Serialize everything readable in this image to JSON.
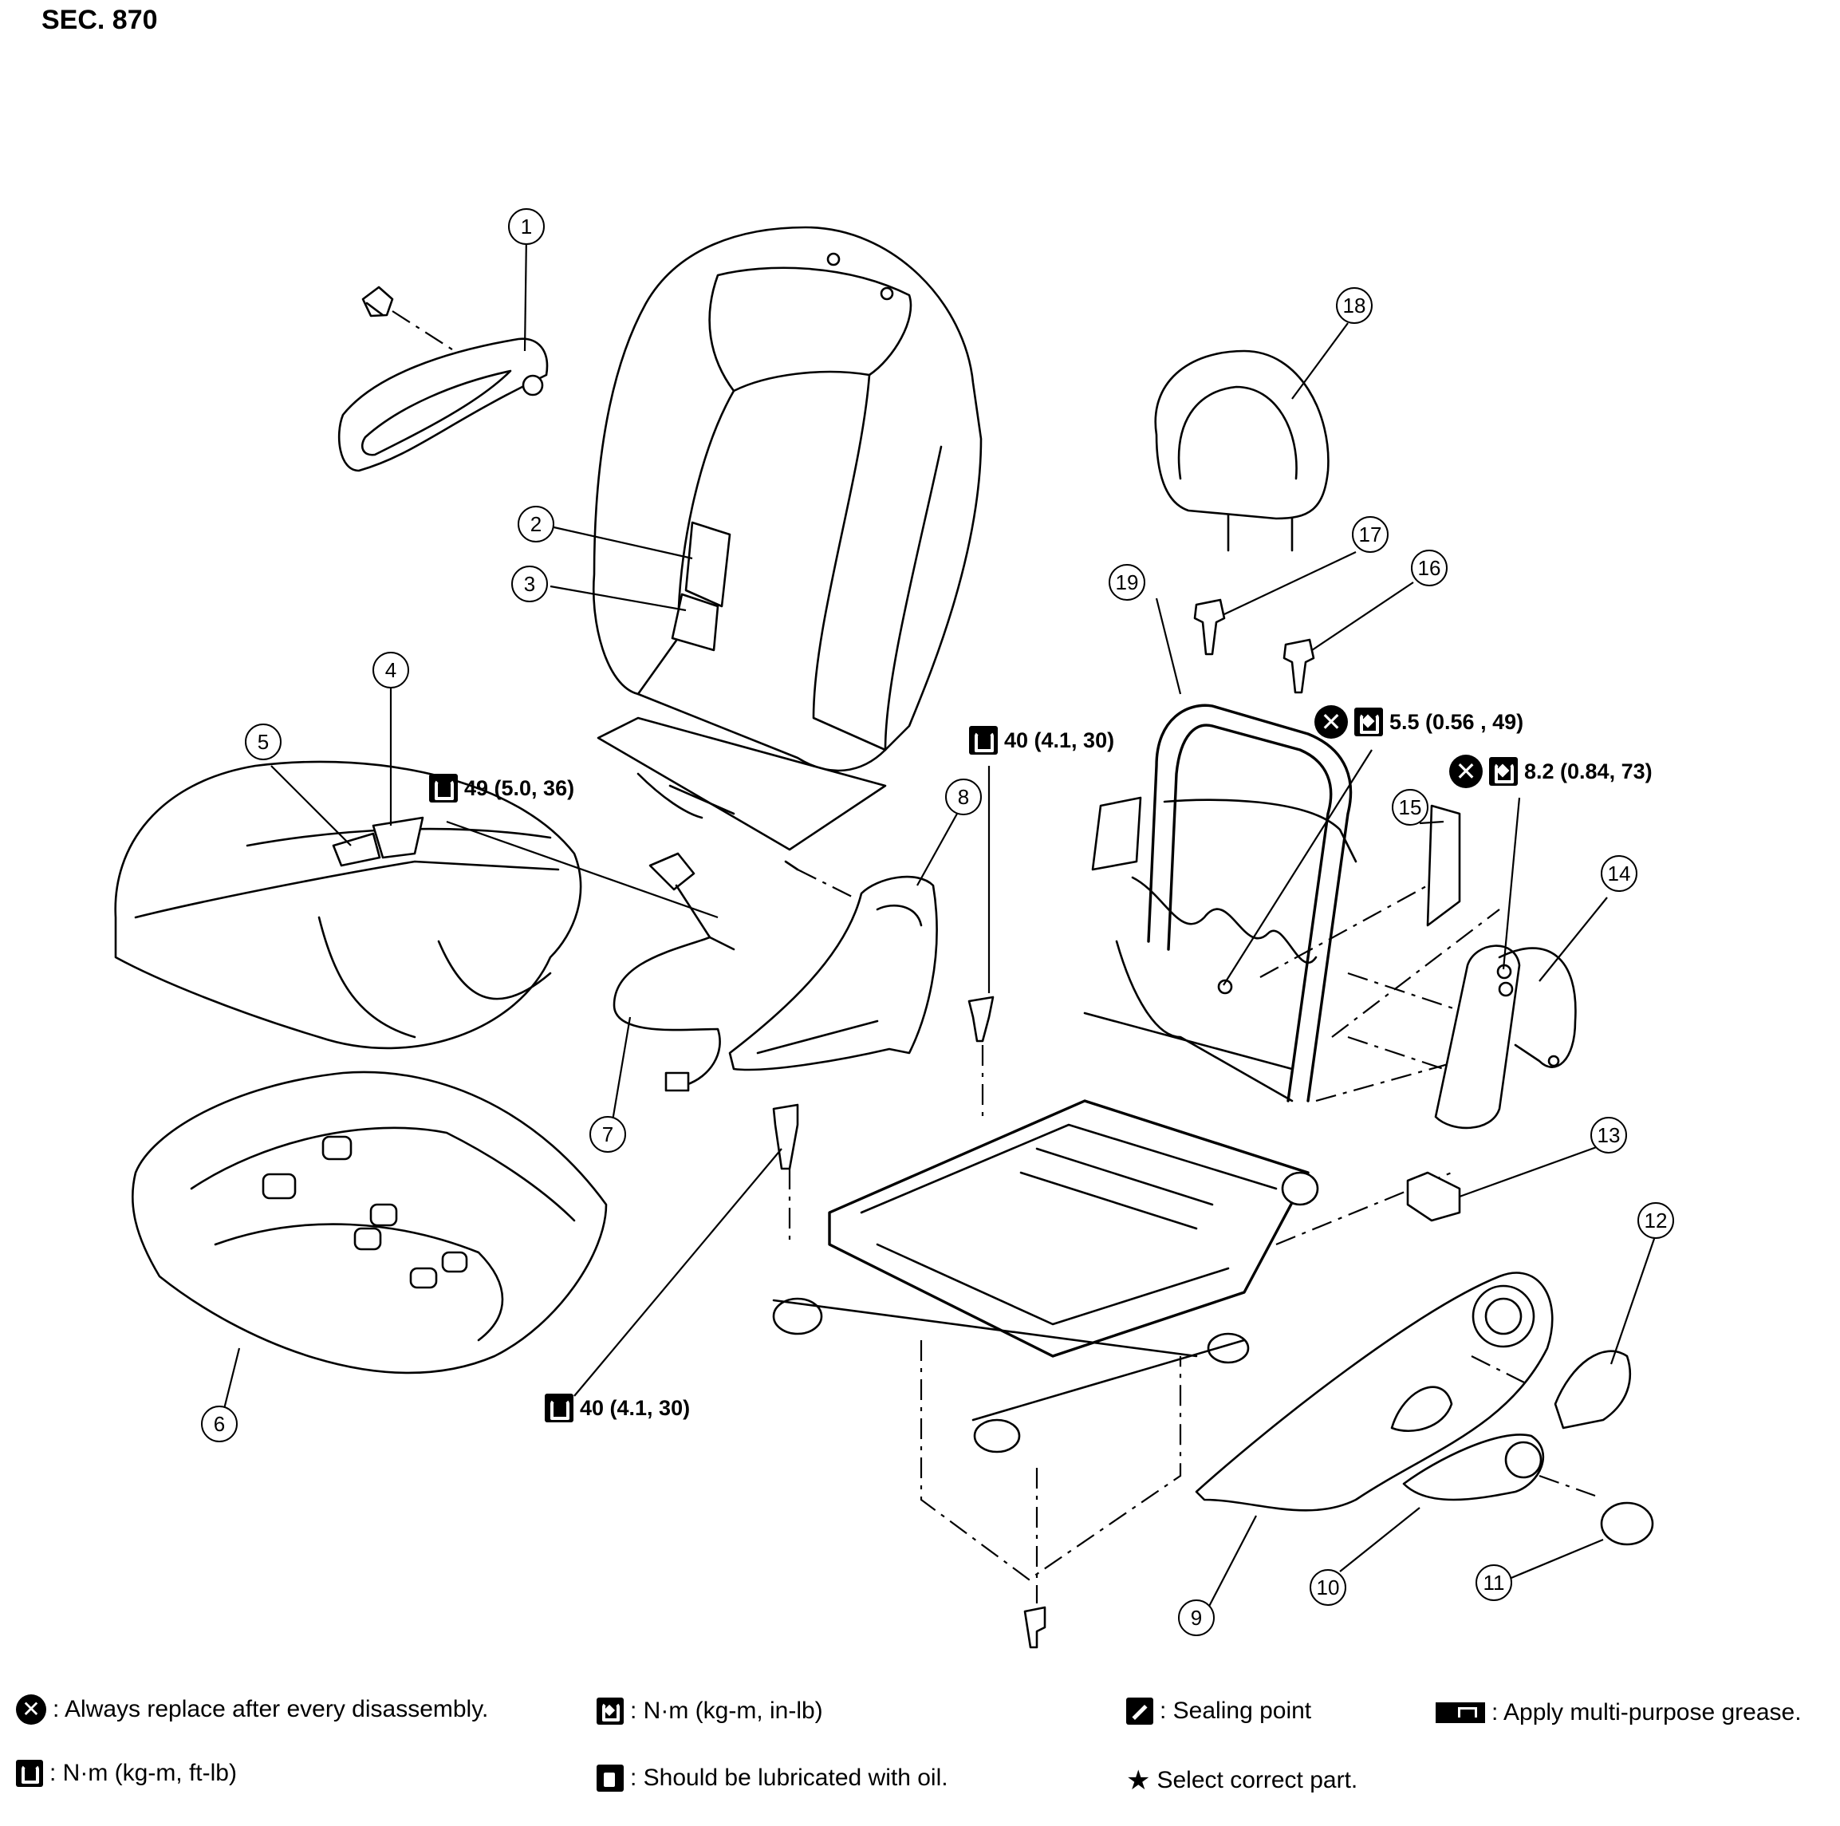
{
  "section_label": "SEC. 870",
  "callouts": [
    "1",
    "2",
    "3",
    "4",
    "5",
    "6",
    "7",
    "8",
    "9",
    "10",
    "11",
    "12",
    "13",
    "14",
    "15",
    "16",
    "17",
    "18",
    "19"
  ],
  "torque_specs": {
    "t49": "49 (5.0, 36)",
    "t40_upper": "40 (4.1, 30)",
    "t40_lower": "40 (4.1, 30)",
    "t55": "5.5 (0.56 , 49)",
    "t82": "8.2 (0.84, 73)"
  },
  "legend": {
    "replace": ": Always replace after every disassembly.",
    "nm_ftlb": ": N·m (kg-m, ft-lb)",
    "nm_inlb": ": N·m (kg-m, in-lb)",
    "oil": ": Should be lubricated with oil.",
    "sealing": ": Sealing point",
    "select": "Select correct part.",
    "grease": ": Apply multi-purpose grease."
  },
  "icons": {
    "replace": "always-replace-icon",
    "ftlb": "torque-ftlb-icon",
    "inlb": "torque-inlb-icon",
    "oil": "oil-can-icon",
    "sealing": "sealing-icon",
    "star": "star-icon",
    "grease": "grease-icon"
  }
}
